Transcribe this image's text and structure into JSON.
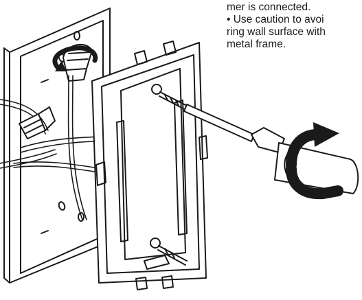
{
  "instructions": {
    "line_1": "mer is connected.",
    "line_2": "• Use caution to avoi",
    "line_3": "ring wall surface with",
    "line_4": "metal frame."
  }
}
